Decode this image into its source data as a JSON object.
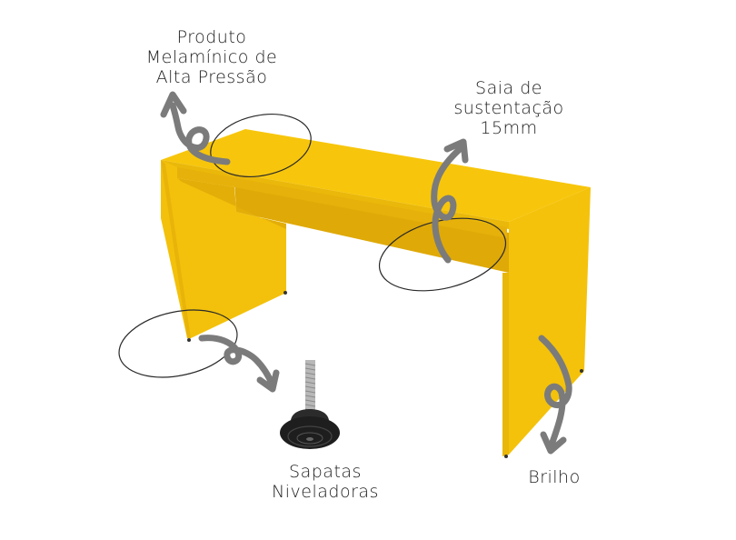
{
  "image": {
    "subject": "yellow-desk-product-diagram",
    "colors": {
      "desk_top": "#f7c60c",
      "desk_front": "#f2c00a",
      "desk_side_shadow": "#e2ac08",
      "desk_inner": "#d9a507",
      "arrow": "#7b7b7b",
      "circle_outline": "#2a2a2a",
      "text": "#1d1d1d",
      "background": "#ffffff"
    }
  },
  "callouts": [
    {
      "id": "top-left",
      "lines": [
        "Produto",
        "Melamínico de",
        "Alta Pressão"
      ]
    },
    {
      "id": "top-right",
      "lines": [
        "Saia de",
        "sustentação",
        "15mm"
      ]
    },
    {
      "id": "bottom-mid",
      "lines": [
        "Sapatas",
        "Niveladoras"
      ]
    },
    {
      "id": "bottom-right",
      "lines": [
        "Brilho"
      ]
    }
  ]
}
